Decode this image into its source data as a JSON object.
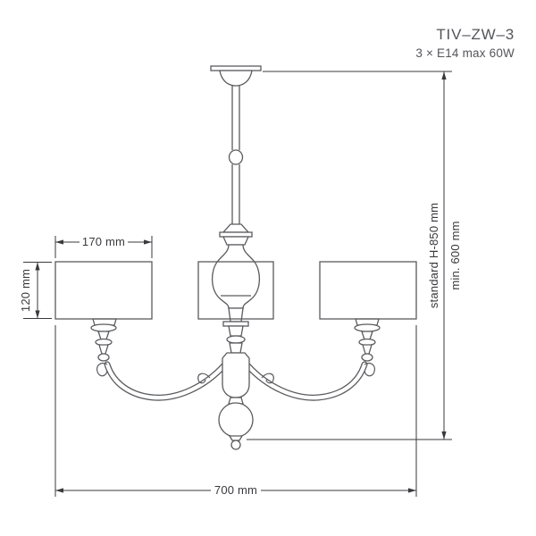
{
  "product": {
    "model": "TIV–ZW–3",
    "spec": "3 × E14 max 60W"
  },
  "dimensions": {
    "shade_width": "170 mm",
    "shade_height": "120 mm",
    "overall_height_standard": "standard H-850 mm",
    "overall_height_min": "min. 600 mm",
    "overall_width": "700 mm"
  },
  "colors": {
    "drawing_line": "#5a5b5e",
    "dimension_line": "#3a3a3e",
    "title_text": "#54555a",
    "background": "#ffffff"
  }
}
